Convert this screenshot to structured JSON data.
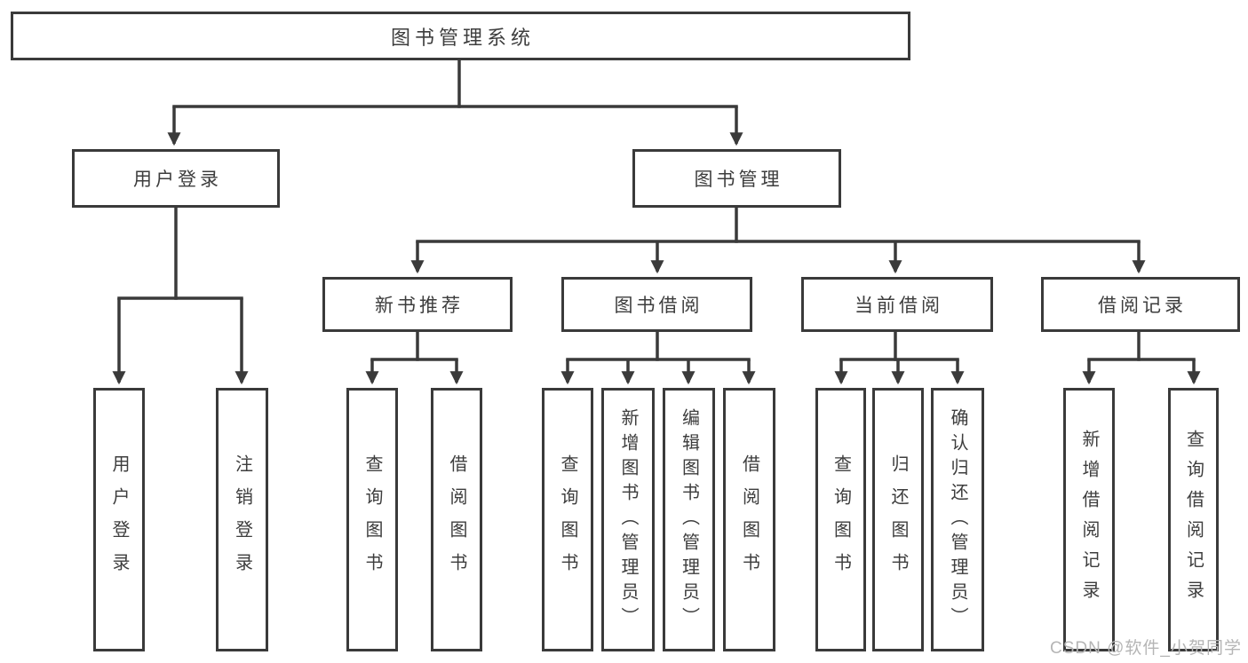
{
  "tree": {
    "label": "图书管理系统",
    "children": [
      {
        "label": "用户登录",
        "children": [
          {
            "label": "用户登录"
          },
          {
            "label": "注销登录"
          }
        ]
      },
      {
        "label": "图书管理",
        "children": [
          {
            "label": "新书推荐",
            "children": [
              {
                "label": "查询图书"
              },
              {
                "label": "借阅图书"
              }
            ]
          },
          {
            "label": "图书借阅",
            "children": [
              {
                "label": "查询图书"
              },
              {
                "label": "新增图书（管理员）"
              },
              {
                "label": "编辑图书（管理员）"
              },
              {
                "label": "借阅图书"
              }
            ]
          },
          {
            "label": "当前借阅",
            "children": [
              {
                "label": "查询图书"
              },
              {
                "label": "归还图书"
              },
              {
                "label": "确认归还（管理员）"
              }
            ]
          },
          {
            "label": "借阅记录",
            "children": [
              {
                "label": "新增借阅记录"
              },
              {
                "label": "查询借阅记录"
              }
            ]
          }
        ]
      }
    ]
  },
  "watermark": {
    "text": "CSDN @软件_小贺同学"
  },
  "colors": {
    "line": "#3a3a3a",
    "text": "#3d3d3d",
    "background": "#ffffff",
    "watermark": "#b5b5b5"
  }
}
